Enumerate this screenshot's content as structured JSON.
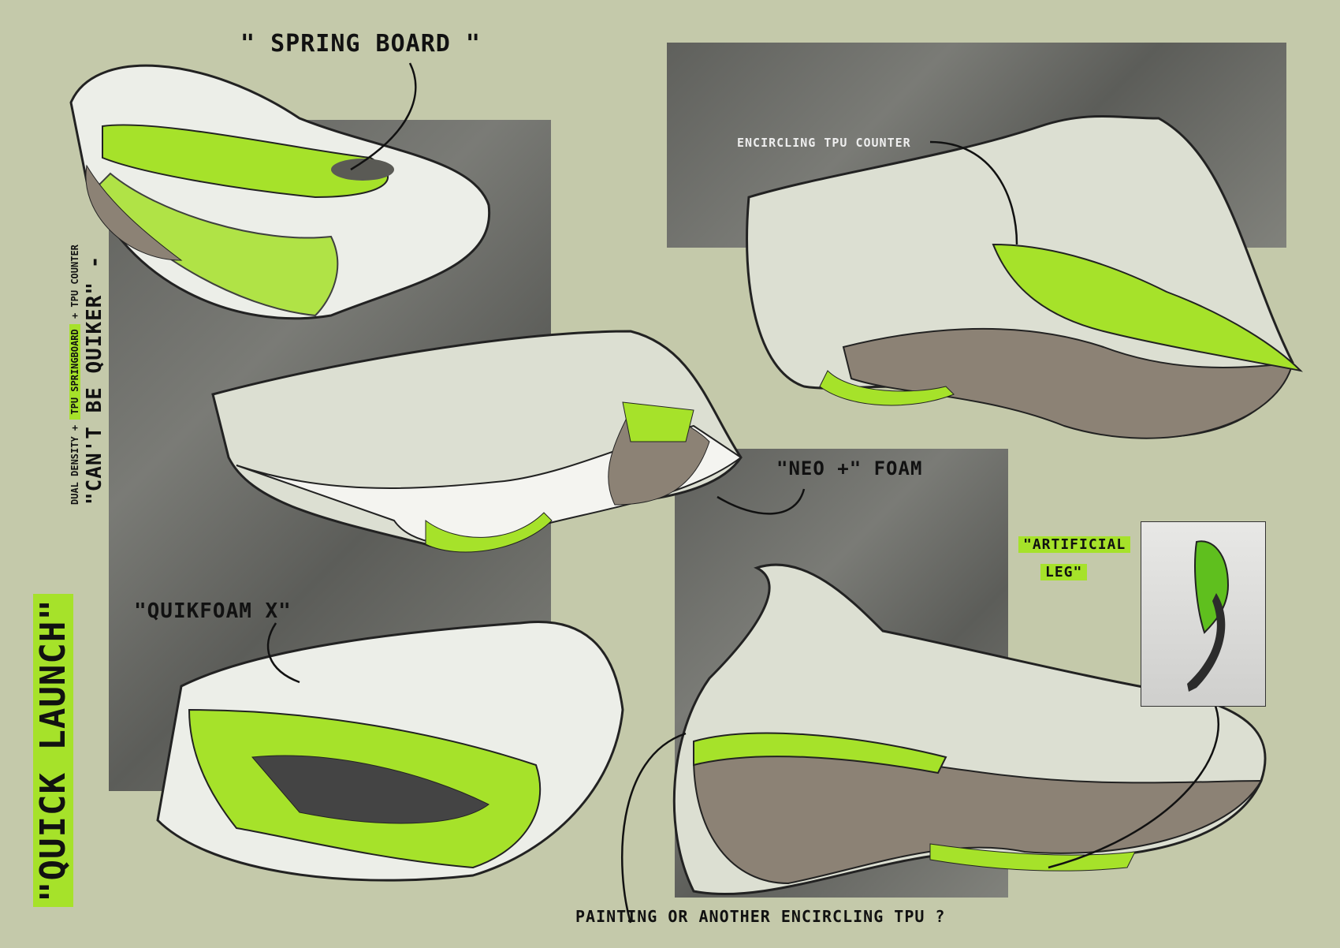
{
  "title": "\"QUICK LAUNCH\"",
  "tagline": "\"CAN'T BE QUIKER\" -",
  "subtitle": {
    "part1": "DUAL DENSITY + ",
    "highlight": "TPU SPRINGBOARD",
    "part2": " + TPU COUNTER"
  },
  "annotations": {
    "springboard": "\" SPRING BOARD \"",
    "encircling_counter": "ENCIRCLING TPU COUNTER",
    "neo_foam": "\"NEO +\" FOAM",
    "artificial_leg_1": "\"ARTIFICIAL",
    "artificial_leg_2": "LEG\"",
    "quikfoam": "\"QUIKFOAM X\"",
    "painting_question": "PAINTING OR ANOTHER ENCIRCLING TPU ?"
  },
  "colors": {
    "background": "#c4c9aa",
    "accent": "#a6e22a",
    "panel": "#6a6b66",
    "ink": "#111111",
    "foam": "#8c8275"
  }
}
